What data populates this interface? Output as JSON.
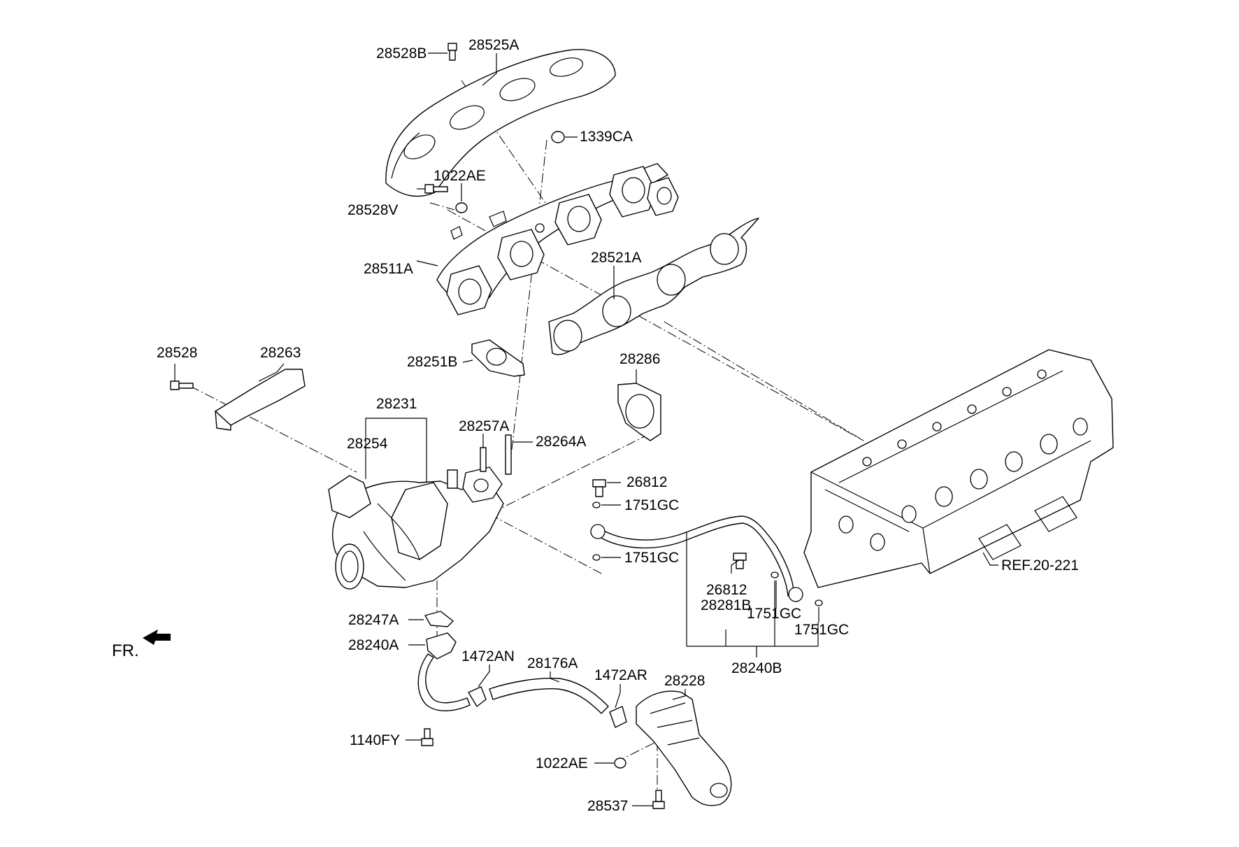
{
  "labels": {
    "p28528B": "28528B",
    "p28525A": "28525A",
    "p1339CA": "1339CA",
    "p1022AE_top": "1022AE",
    "p28528V": "28528V",
    "p28511A": "28511A",
    "p28521A": "28521A",
    "p28528": "28528",
    "p28263": "28263",
    "p28251B": "28251B",
    "p28286": "28286",
    "p28231": "28231",
    "p28254": "28254",
    "p28257A": "28257A",
    "p28264A": "28264A",
    "p26812_a": "26812",
    "p1751GC_a": "1751GC",
    "p1751GC_b": "1751GC",
    "p26812_b": "26812",
    "p28281B": "28281B",
    "p1751GC_c": "1751GC",
    "p1751GC_d": "1751GC",
    "p28240B": "28240B",
    "ref": "REF.20-221",
    "fr": "FR.",
    "p28247A": "28247A",
    "p28240A": "28240A",
    "p1472AN": "1472AN",
    "p28176A": "28176A",
    "p1472AR": "1472AR",
    "p28228": "28228",
    "p1140FY": "1140FY",
    "p1022AE_bottom": "1022AE",
    "p28537": "28537"
  }
}
